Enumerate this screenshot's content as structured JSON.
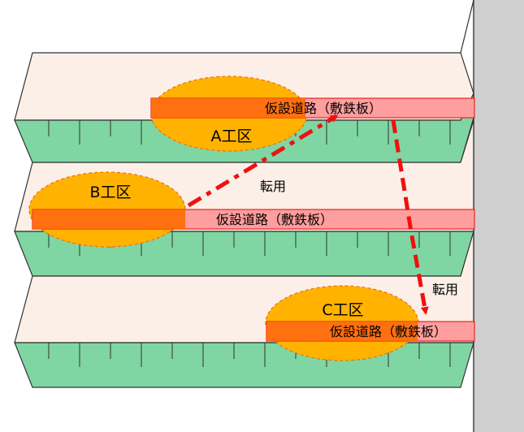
{
  "zones": [
    {
      "label": "A工区",
      "road_label": "仮設道路（敷鉄板）"
    },
    {
      "label": "B工区",
      "road_label": "仮設道路（敷鉄板）"
    },
    {
      "label": "C工区",
      "road_label": "仮設道路（敷鉄板）"
    }
  ],
  "transfers": [
    {
      "label": "転用",
      "from": "B工区",
      "to": "A工区"
    },
    {
      "label": "転用",
      "from": "A工区",
      "to": "C工区"
    }
  ],
  "colors": {
    "ground": "#fbefe7",
    "cut_face": "#7fd6a3",
    "zone_fill": "#ffb300",
    "zone_border": "#f07000",
    "road_fill": "#ff9e9e",
    "road_border": "#ee2222",
    "road_overlap": "#ff6a00",
    "arrow": "#ee1111",
    "wall": "#cfcfcf"
  }
}
